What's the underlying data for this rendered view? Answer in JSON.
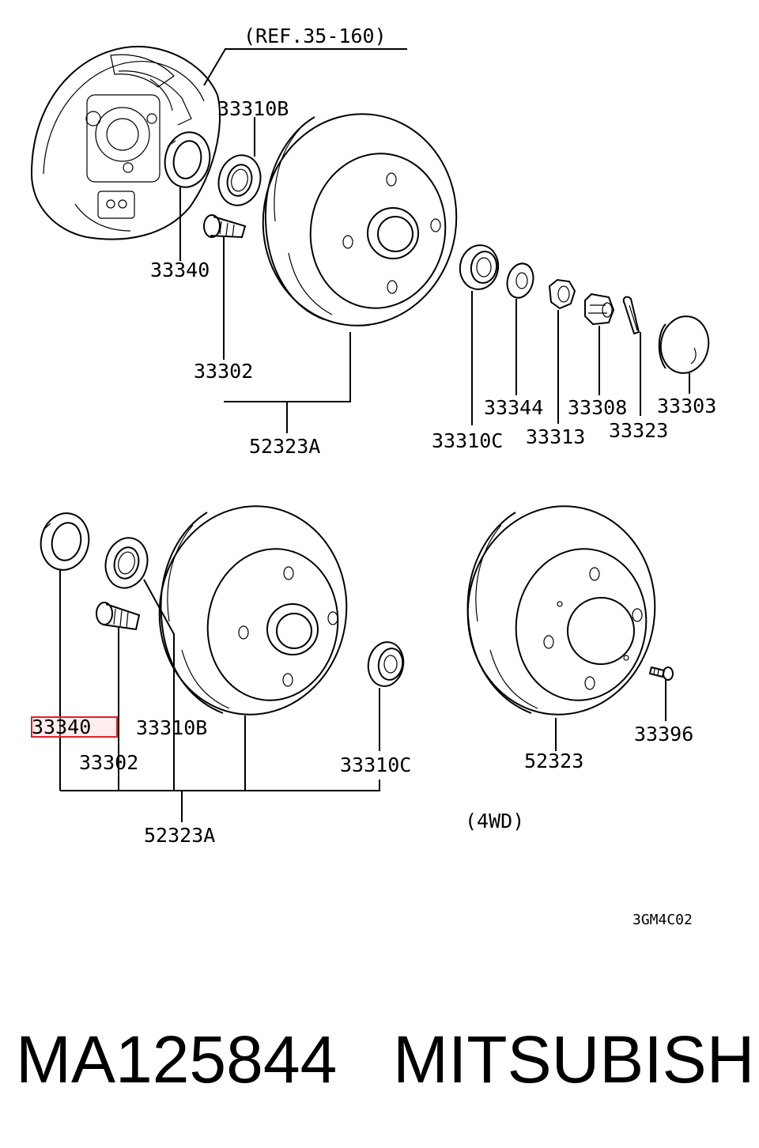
{
  "diagram": {
    "ref_note": "(REF.35-160)",
    "labels": {
      "p1_33310b": "33310B",
      "p1_33340": "33340",
      "p1_33302": "33302",
      "p1_52323a": "52323A",
      "p1_33310c": "33310C",
      "p1_33344": "33344",
      "p1_33313": "33313",
      "p1_33308": "33308",
      "p1_33323": "33323",
      "p1_33303": "33303",
      "p2_33340": "33340",
      "p2_33310b": "33310B",
      "p2_33302": "33302",
      "p2_52323a": "52323A",
      "p2_33310c": "33310C",
      "p3_52323": "52323",
      "p3_33396": "33396"
    },
    "variant_note": "(4WD)",
    "figure_code": "3GM4C02",
    "highlight_color": "#e0202a"
  },
  "footer": {
    "part_number": "MA125844",
    "brand": "MITSUBISHI"
  }
}
